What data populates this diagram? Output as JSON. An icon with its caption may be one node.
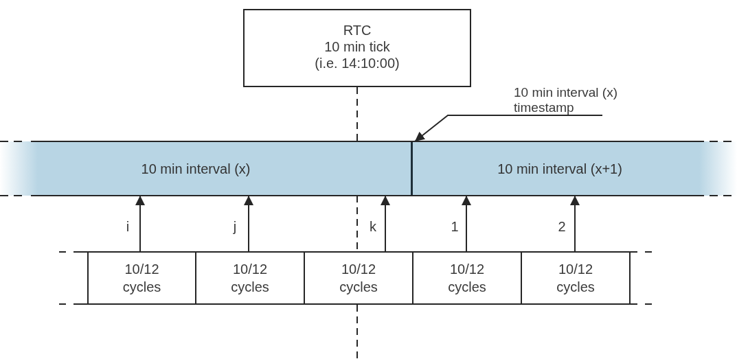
{
  "diagram": {
    "nodes": [
      {
        "text": [
          "RTC",
          "10 min tick",
          "(i.e. 14:10:00)"
        ]
      },
      {
        "text": [
          "10 min interval (x) timestamp"
        ]
      },
      {
        "text": [
          "10 min interval (x)"
        ]
      },
      {
        "text": [
          "10 min interval (x+1)"
        ]
      },
      {
        "text": [
          "10/12 cycles"
        ]
      },
      {
        "text": [
          "10/12 cycles"
        ]
      },
      {
        "text": [
          "10/12 cycles"
        ]
      },
      {
        "text": [
          "10/12 cycles"
        ]
      },
      {
        "text": [
          "10/12 cycles"
        ]
      }
    ],
    "edges": [
      {
        "from": 0,
        "to": null,
        "arrow": "none",
        "style": "dashed"
      },
      {
        "from": 1,
        "to": 3,
        "arrow": "to"
      },
      {
        "from": 4,
        "to": 2,
        "arrow": "to",
        "label": "i"
      },
      {
        "from": 5,
        "to": 2,
        "arrow": "to",
        "label": "j"
      },
      {
        "from": 6,
        "to": 2,
        "arrow": "to",
        "label": "k"
      },
      {
        "from": 7,
        "to": 3,
        "arrow": "to",
        "label": "1"
      },
      {
        "from": 8,
        "to": 3,
        "arrow": "to",
        "label": "2"
      }
    ]
  }
}
